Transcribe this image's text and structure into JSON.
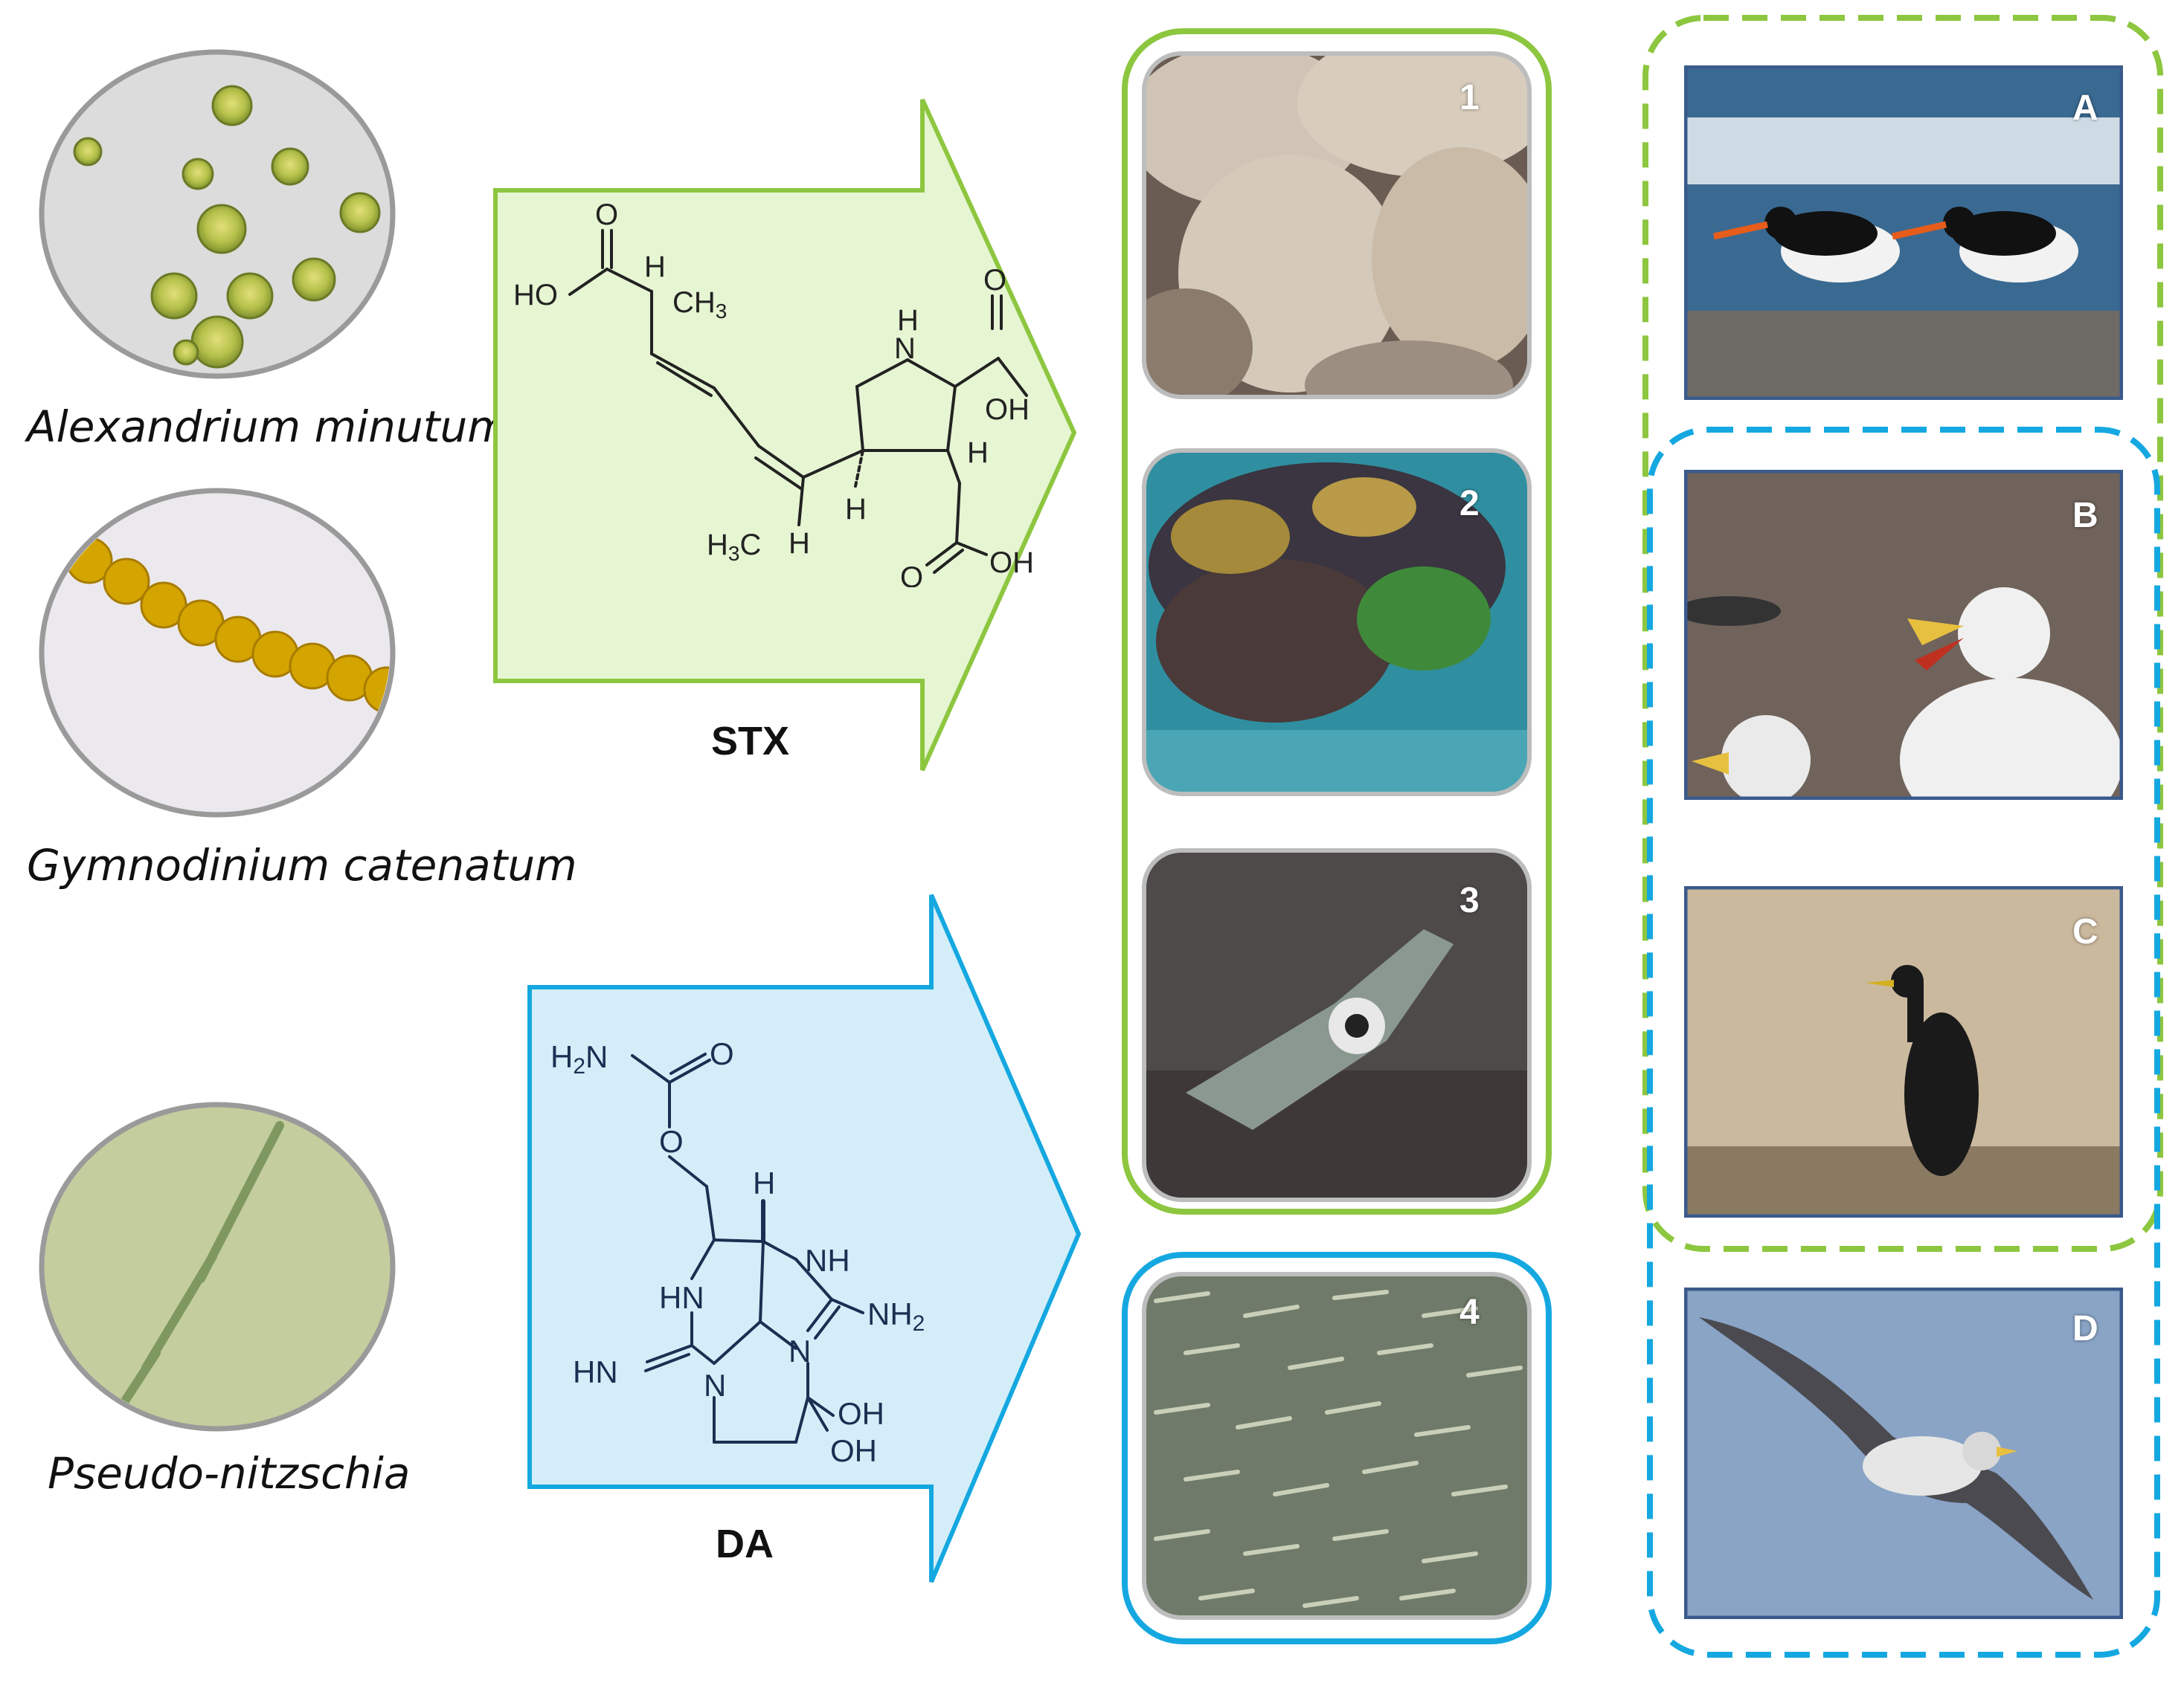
{
  "colors": {
    "green": "#8dc63f",
    "green_fill": "#e6f5d2",
    "blue": "#15a8e0",
    "blue_fill": "#d4eef9",
    "frame_blue": "#3a5a8c"
  },
  "species": [
    {
      "name": "Alexandrium minutum",
      "image": "microscope-cells-icon"
    },
    {
      "name": "Gymnodinium catenatum",
      "image": "cell-chain-icon"
    },
    {
      "name": "Pseudo-nitzschia",
      "image": "diatom-needle-icon"
    }
  ],
  "toxins": [
    {
      "label": "STX",
      "molecule": "saxitoxin-structure-icon",
      "atoms": {
        "o1": "O",
        "ho": "HO",
        "h1": "H",
        "ch3": "CH",
        "ch3_sub": "3",
        "nh": "N",
        "nh_h": "H",
        "o2": "O",
        "oh1": "OH",
        "h2": "H",
        "h3": "H",
        "h4": "H",
        "h3c": "H",
        "h3c_sub": "3",
        "h3c_c": "C",
        "o3": "O",
        "oh2": "OH"
      }
    },
    {
      "label": "DA",
      "molecule": "domoic-acid-structure-icon",
      "atoms": {
        "h2n_h": "H",
        "h2n_sub": "2",
        "h2n_n": "N",
        "o1": "O",
        "o2": "O",
        "h": "H",
        "hn1": "HN",
        "nh": "NH",
        "nh2": "NH",
        "nh2_sub": "2",
        "n1": "N",
        "hn2": "HN",
        "n2": "N",
        "oh1": "OH",
        "oh2": "OH"
      }
    }
  ],
  "prey": [
    {
      "num": "1",
      "image": "clams-icon"
    },
    {
      "num": "2",
      "image": "mussels-icon"
    },
    {
      "num": "3",
      "image": "sand-eel-fish-icon"
    },
    {
      "num": "4",
      "image": "fish-school-icon"
    }
  ],
  "birds": [
    {
      "letter": "A",
      "image": "oystercatcher-icon"
    },
    {
      "letter": "B",
      "image": "gull-icon"
    },
    {
      "letter": "C",
      "image": "shag-icon"
    },
    {
      "letter": "D",
      "image": "shearwater-icon"
    }
  ]
}
